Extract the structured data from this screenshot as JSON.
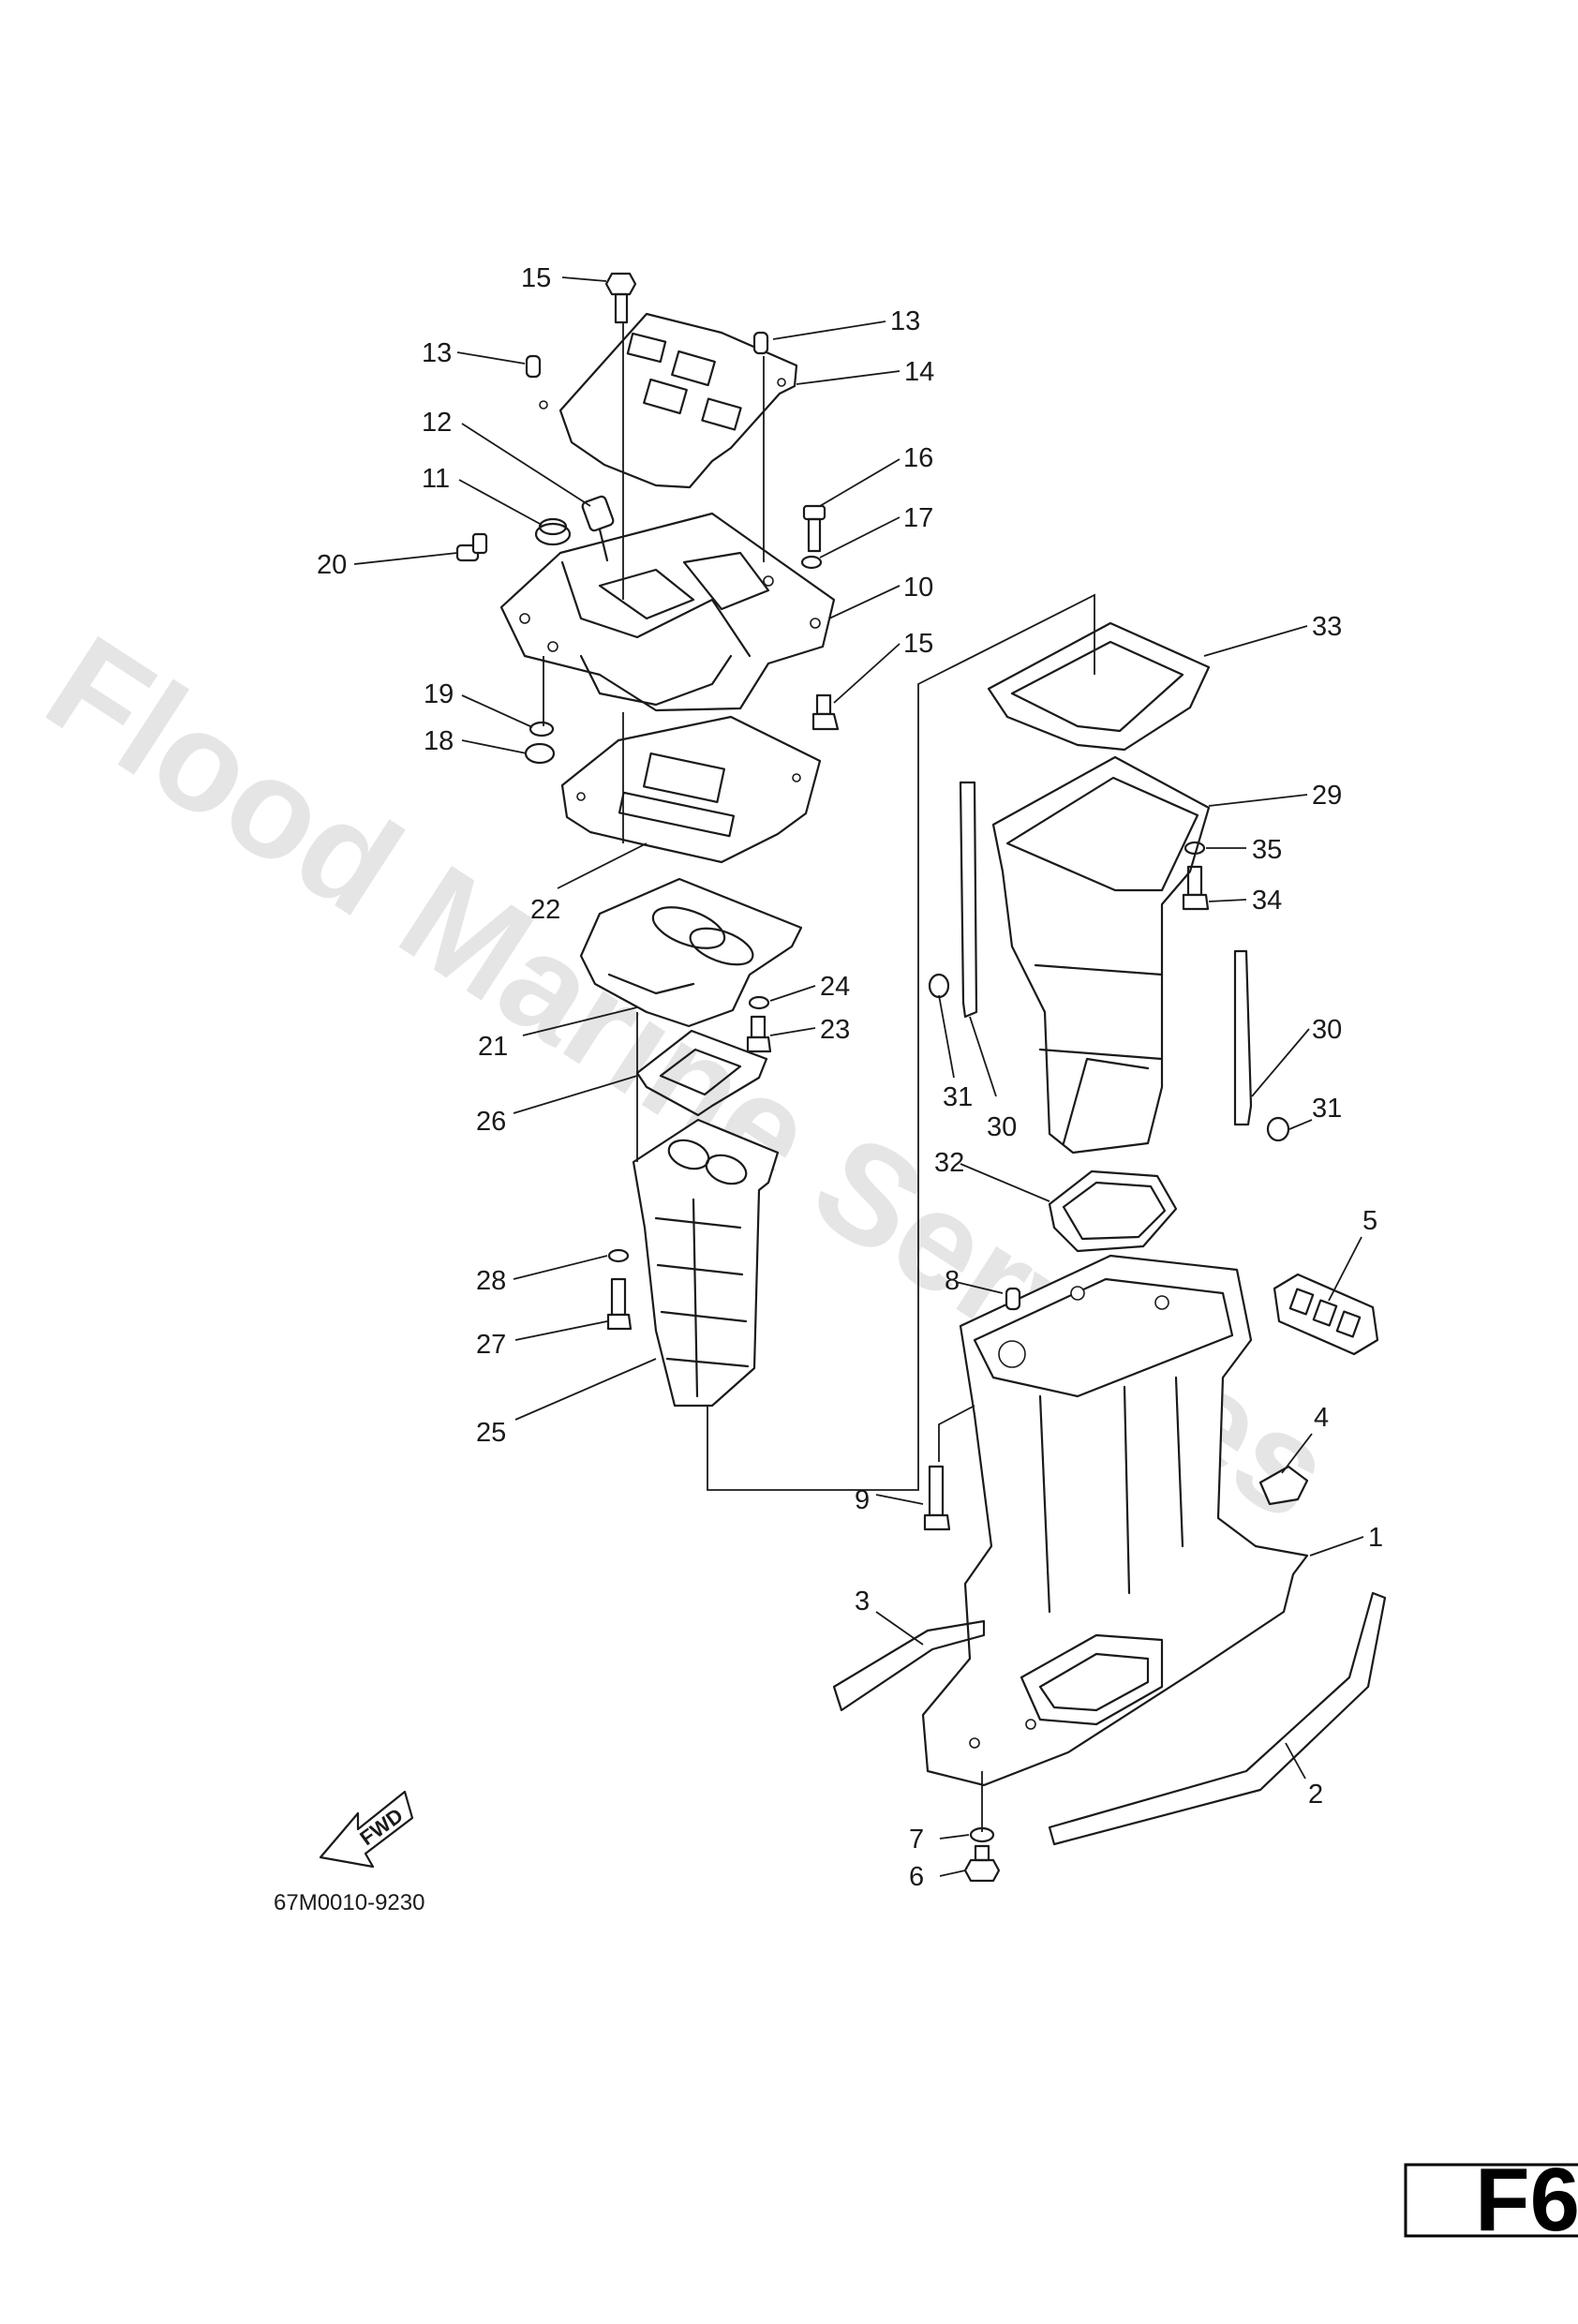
{
  "watermark": "Flood Marine Services",
  "diagram_code": "67M0010-9230",
  "page_ref": "F6",
  "fwd_label": "FWD",
  "callouts": [
    {
      "id": "15a",
      "text": "15"
    },
    {
      "id": "13a",
      "text": "13"
    },
    {
      "id": "13b",
      "text": "13"
    },
    {
      "id": "14",
      "text": "14"
    },
    {
      "id": "12",
      "text": "12"
    },
    {
      "id": "16",
      "text": "16"
    },
    {
      "id": "11",
      "text": "11"
    },
    {
      "id": "17",
      "text": "17"
    },
    {
      "id": "20",
      "text": "20"
    },
    {
      "id": "10",
      "text": "10"
    },
    {
      "id": "15b",
      "text": "15"
    },
    {
      "id": "33",
      "text": "33"
    },
    {
      "id": "19",
      "text": "19"
    },
    {
      "id": "18",
      "text": "18"
    },
    {
      "id": "29",
      "text": "29"
    },
    {
      "id": "35",
      "text": "35"
    },
    {
      "id": "34",
      "text": "34"
    },
    {
      "id": "22",
      "text": "22"
    },
    {
      "id": "24",
      "text": "24"
    },
    {
      "id": "23",
      "text": "23"
    },
    {
      "id": "21",
      "text": "21"
    },
    {
      "id": "30a",
      "text": "30"
    },
    {
      "id": "26",
      "text": "26"
    },
    {
      "id": "31a",
      "text": "31"
    },
    {
      "id": "30b",
      "text": "30"
    },
    {
      "id": "31b",
      "text": "31"
    },
    {
      "id": "32",
      "text": "32"
    },
    {
      "id": "5",
      "text": "5"
    },
    {
      "id": "28",
      "text": "28"
    },
    {
      "id": "8",
      "text": "8"
    },
    {
      "id": "27",
      "text": "27"
    },
    {
      "id": "25",
      "text": "25"
    },
    {
      "id": "4",
      "text": "4"
    },
    {
      "id": "9",
      "text": "9"
    },
    {
      "id": "1",
      "text": "1"
    },
    {
      "id": "3",
      "text": "3"
    },
    {
      "id": "2",
      "text": "2"
    },
    {
      "id": "7",
      "text": "7"
    },
    {
      "id": "6",
      "text": "6"
    }
  ]
}
